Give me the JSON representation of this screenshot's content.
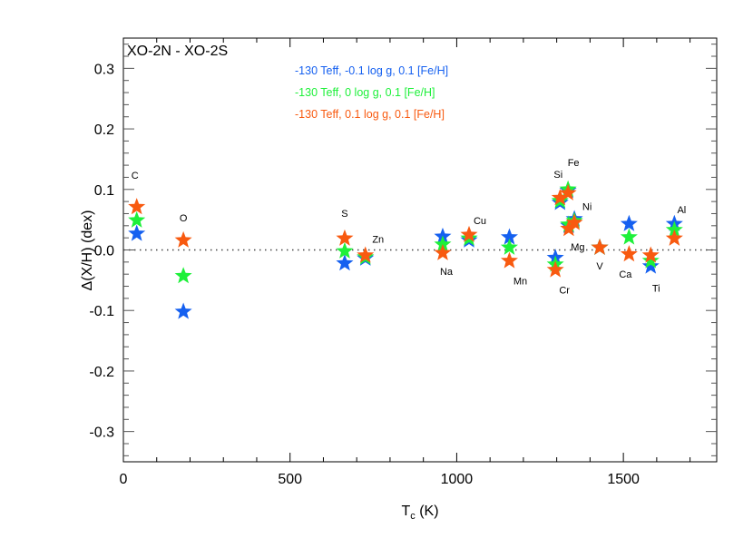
{
  "chart_data": {
    "type": "scatter",
    "title": "XO-2N - XO-2S",
    "xlabel": "T_c (K)",
    "ylabel": "Δ(X/H) (dex)",
    "xlim": [
      0,
      1780
    ],
    "ylim": [
      -0.35,
      0.35
    ],
    "x_ticks": [
      0,
      500,
      1000,
      1500
    ],
    "y_ticks": [
      -0.3,
      -0.2,
      -0.1,
      0.0,
      0.1,
      0.2,
      0.3
    ],
    "x_tick_labels": [
      "0",
      "500",
      "1000",
      "1500"
    ],
    "y_tick_labels": [
      "-0.3",
      "-0.2",
      "-0.1",
      "0.0",
      "0.1",
      "0.2",
      "0.3"
    ],
    "grid": false,
    "reference_line": {
      "y": 0.0,
      "style": "dotted"
    },
    "marker": "star",
    "legend_position": "top-center (text only)",
    "elements": [
      {
        "label": "C",
        "tc": 40,
        "label_dx": -2,
        "label_dy": -35
      },
      {
        "label": "O",
        "tc": 180,
        "label_dx": 0,
        "label_dy": -25
      },
      {
        "label": "S",
        "tc": 664,
        "label_dx": 0,
        "label_dy": -28
      },
      {
        "label": "Zn",
        "tc": 726,
        "label_dx": 14,
        "label_dy": -18
      },
      {
        "label": "Na",
        "tc": 958,
        "label_dx": 4,
        "label_dy": 16
      },
      {
        "label": "Cu",
        "tc": 1037,
        "label_dx": 12,
        "label_dy": -16
      },
      {
        "label": "Mn",
        "tc": 1158,
        "label_dx": 12,
        "label_dy": 18
      },
      {
        "label": "Cr",
        "tc": 1296,
        "label_dx": 10,
        "label_dy": 18
      },
      {
        "label": "Si",
        "tc": 1310,
        "label_dx": -2,
        "label_dy": -26
      },
      {
        "label": "Fe",
        "tc": 1334,
        "label_dx": 6,
        "label_dy": -30
      },
      {
        "label": "Mg",
        "tc": 1336,
        "label_dx": 10,
        "label_dy": 16
      },
      {
        "label": "Ni",
        "tc": 1353,
        "label_dx": 14,
        "label_dy": -14
      },
      {
        "label": "V",
        "tc": 1429,
        "label_dx": 0,
        "label_dy": 16
      },
      {
        "label": "Ca",
        "tc": 1517,
        "label_dx": -4,
        "label_dy": 18
      },
      {
        "label": "Ti",
        "tc": 1582,
        "label_dx": 6,
        "label_dy": 20
      },
      {
        "label": "Al",
        "tc": 1653,
        "label_dx": 8,
        "label_dy": -16
      }
    ],
    "series": [
      {
        "name": "-130 Teff, -0.1 log g, 0.1 [Fe/H]",
        "color": "#1560f0",
        "values": [
          0.027,
          -0.102,
          -0.022,
          -0.014,
          0.022,
          0.016,
          0.021,
          -0.013,
          0.078,
          0.098,
          0.04,
          0.051,
          0.004,
          0.043,
          -0.027,
          0.043
        ]
      },
      {
        "name": "-130 Teff, 0 log g, 0.1 [Fe/H]",
        "color": "#1ef03a",
        "values": [
          0.049,
          -0.043,
          -0.002,
          -0.012,
          0.009,
          0.019,
          0.004,
          -0.024,
          0.081,
          0.1,
          0.042,
          0.048,
          0.004,
          0.021,
          -0.018,
          0.033
        ]
      },
      {
        "name": "-130 Teff, 0.1 log g, 0.1 [Fe/H]",
        "color": "#f85a10",
        "values": [
          0.071,
          0.016,
          0.019,
          -0.009,
          -0.005,
          0.025,
          -0.018,
          -0.033,
          0.086,
          0.094,
          0.035,
          0.045,
          0.004,
          -0.007,
          -0.009,
          0.019
        ]
      }
    ]
  },
  "labels": {
    "title": "XO-2N - XO-2S",
    "ylabel": "Δ(X/H) (dex)",
    "xlabel_main": "T",
    "xlabel_sub": "c",
    "xlabel_unit": " (K)"
  }
}
